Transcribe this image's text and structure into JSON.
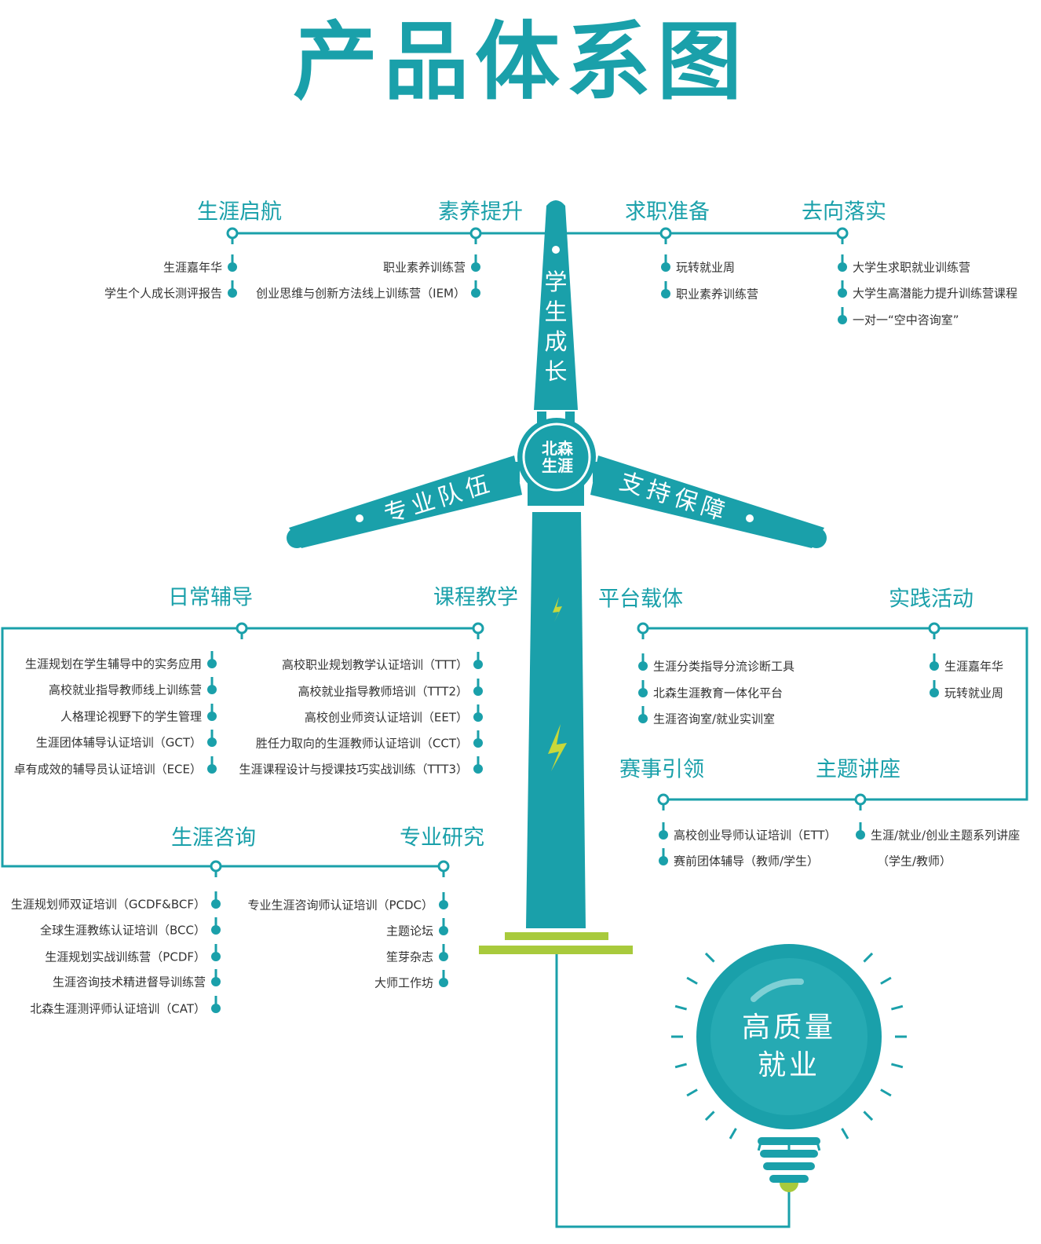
{
  "title": "产品体系图",
  "blade_top": "学生成长",
  "blade_left": "专业队伍",
  "blade_right": "支持保障",
  "hub": [
    "北森",
    "生涯"
  ],
  "bulb": [
    "高质量",
    "就业"
  ],
  "colors": {
    "teal": "#1aa0aa",
    "green": "#a8ca3c",
    "text": "#333333"
  },
  "groups": [
    {
      "header": "生涯启航",
      "items": [
        "生涯嘉年华",
        "学生个人成长测评报告"
      ]
    },
    {
      "header": "素养提升",
      "items": [
        "职业素养训练营",
        "创业思维与创新方法线上训练营（IEM）"
      ]
    },
    {
      "header": "求职准备",
      "items": [
        "玩转就业周",
        "职业素养训练营"
      ]
    },
    {
      "header": "去向落实",
      "items": [
        "大学生求职就业训练营",
        "大学生高潜能力提升训练营课程",
        "一对一“空中咨询室”"
      ]
    },
    {
      "header": "日常辅导",
      "items": [
        "生涯规划在学生辅导中的实务应用",
        "高校就业指导教师线上训练营",
        "人格理论视野下的学生管理",
        "生涯团体辅导认证培训（GCT）",
        "卓有成效的辅导员认证培训（ECE）"
      ]
    },
    {
      "header": "课程教学",
      "items": [
        "高校职业规划教学认证培训（TTT）",
        "高校就业指导教师培训（TTT2）",
        "高校创业师资认证培训（EET）",
        "胜任力取向的生涯教师认证培训（CCT）",
        "生涯课程设计与授课技巧实战训练（TTT3）"
      ]
    },
    {
      "header": "生涯咨询",
      "items": [
        "生涯规划师双证培训（GCDF&BCF）",
        "全球生涯教练认证培训（BCC）",
        "生涯规划实战训练营（PCDF）",
        "生涯咨询技术精进督导训练营",
        "北森生涯测评师认证培训（CAT）"
      ]
    },
    {
      "header": "专业研究",
      "items": [
        "专业生涯咨询师认证培训（PCDC）",
        "主题论坛",
        "笙芽杂志",
        "大师工作坊"
      ]
    },
    {
      "header": "平台载体",
      "items": [
        "生涯分类指导分流诊断工具",
        "北森生涯教育一体化平台",
        "生涯咨询室/就业实训室"
      ]
    },
    {
      "header": "实践活动",
      "items": [
        "生涯嘉年华",
        "玩转就业周"
      ]
    },
    {
      "header": "赛事引领",
      "items": [
        "高校创业导师认证培训（ETT）",
        "赛前团体辅导（教师/学生）"
      ]
    },
    {
      "header": "主题讲座",
      "items": [
        "生涯/就业/创业主题系列讲座",
        "（学生/教师）"
      ]
    }
  ]
}
